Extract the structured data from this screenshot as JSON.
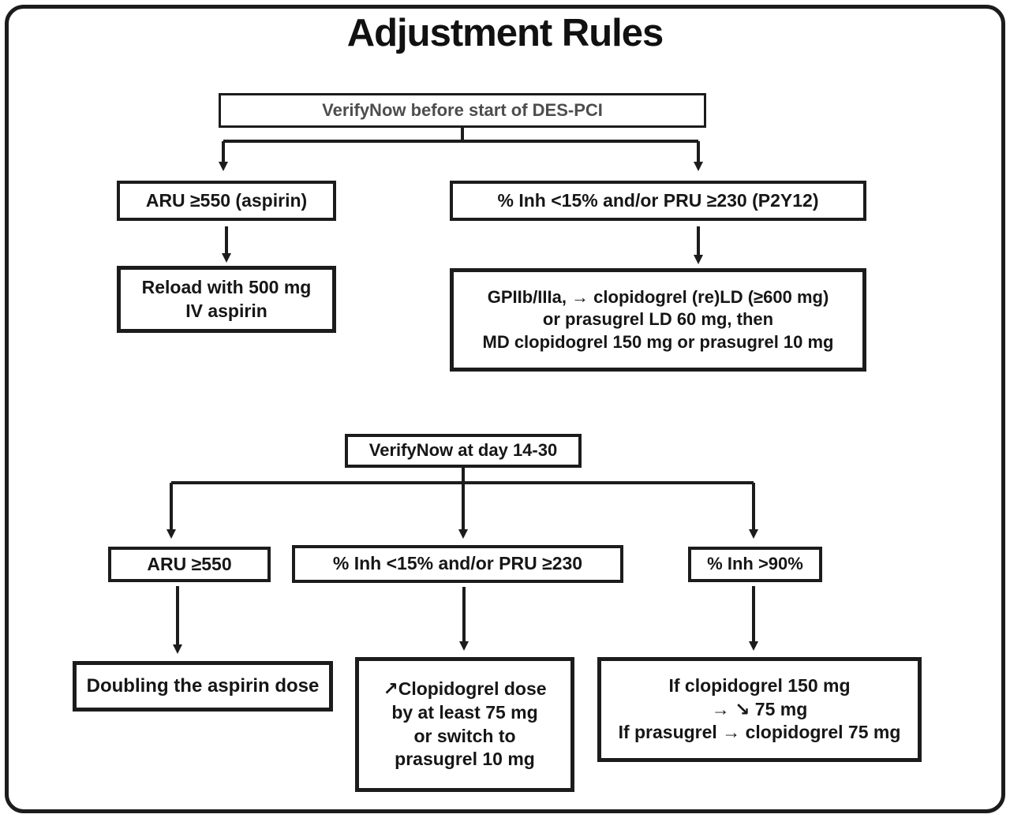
{
  "title": "Adjustment Rules",
  "colors": {
    "ink": "#1c1c1c",
    "background": "#ffffff"
  },
  "flowchart": {
    "section1": {
      "start": "VerifyNow before start of DES-PCI",
      "left_condition": "ARU ≥550 (aspirin)",
      "right_condition": "% Inh <15% and/or PRU ≥230 (P2Y12)",
      "left_action_lines": [
        "Reload with 500 mg",
        "IV aspirin"
      ],
      "right_action_lines": [
        "GPIIb/IIIa, → clopidogrel (re)LD (≥600 mg)",
        "or prasugrel LD 60 mg, then",
        "MD clopidogrel 150 mg or prasugrel 10 mg"
      ]
    },
    "section2": {
      "start": "VerifyNow at day 14-30",
      "left_condition": "ARU ≥550",
      "middle_condition": "% Inh <15% and/or PRU ≥230",
      "right_condition": "% Inh >90%",
      "left_action_lines": [
        "Doubling the aspirin dose"
      ],
      "middle_action_lines": [
        "↗Clopidogrel dose",
        "by at least 75 mg",
        "or switch to",
        "prasugrel 10 mg"
      ],
      "right_action_lines": [
        "If clopidogrel 150 mg",
        "→ ↘ 75 mg",
        "If prasugrel → clopidogrel 75 mg"
      ]
    }
  }
}
